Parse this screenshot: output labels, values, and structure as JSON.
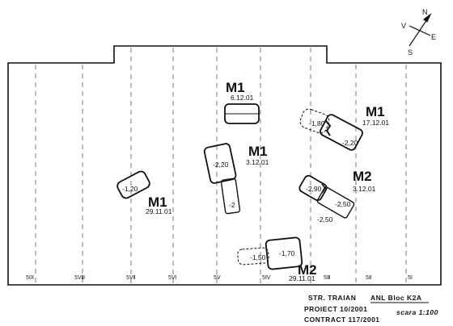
{
  "compass": {
    "n": "N",
    "e": "E",
    "s": "S",
    "v": "V"
  },
  "burials": [
    {
      "label": "M1",
      "date": "6.12.01"
    },
    {
      "label": "M1",
      "date": "3.12.01"
    },
    {
      "label": "M1",
      "date": "17.12.01"
    },
    {
      "label": "M2",
      "date": "3.12.01"
    },
    {
      "label": "M1",
      "date": "29.11.01"
    },
    {
      "label": "M2",
      "date": "29.11.01"
    }
  ],
  "depths": [
    "-1,80",
    "-2,20",
    "-2,20",
    "-2",
    "-1,20",
    "-2,90",
    "-2,50",
    "-2,50",
    "-1,50",
    "-1,70"
  ],
  "grid_labels": [
    "5Ⅸ",
    "5Ⅷ",
    "5Ⅶ",
    "5Ⅵ",
    "5Ⅴ",
    "5Ⅳ",
    "5Ⅲ",
    "5Ⅱ",
    "5Ⅰ"
  ],
  "title_block": {
    "street": "STR. TRAIAN",
    "site": "ANL Bloc K2A",
    "project": "PROIECT 10/2001",
    "scale": "scara 1:100",
    "contract": "CONTRACT 117/2001"
  }
}
